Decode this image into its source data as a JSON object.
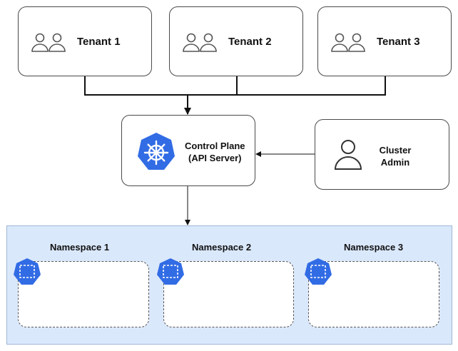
{
  "tenants": [
    {
      "label": "Tenant 1",
      "icon": "users-icon"
    },
    {
      "label": "Tenant 2",
      "icon": "users-icon"
    },
    {
      "label": "Tenant 3",
      "icon": "users-icon"
    }
  ],
  "control_plane": {
    "line1": "Control Plane",
    "line2": "(API Server)",
    "icon": "kubernetes-wheel-icon"
  },
  "cluster_admin": {
    "line1": "Cluster",
    "line2": "Admin",
    "icon": "person-icon"
  },
  "namespaces": [
    {
      "label": "Namespace 1",
      "icon": "namespace-icon"
    },
    {
      "label": "Namespace 2",
      "icon": "namespace-icon"
    },
    {
      "label": "Namespace 3",
      "icon": "namespace-icon"
    }
  ],
  "colors": {
    "k8s_blue": "#326ce5",
    "cluster_fill": "#dae8fc",
    "line": "#111111"
  }
}
